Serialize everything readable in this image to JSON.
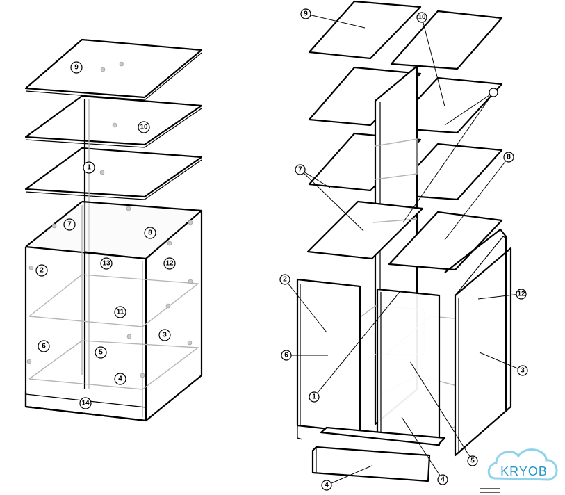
{
  "left_assembly": {
    "callouts": [
      "9",
      "10",
      "1",
      "7",
      "8",
      "2",
      "13",
      "12",
      "11",
      "6",
      "3",
      "5",
      "4",
      "14"
    ]
  },
  "right_assembly": {
    "callouts": [
      "9",
      "10",
      "7",
      "8",
      "2",
      "12",
      "6",
      "3",
      "5",
      "1",
      "4",
      "4"
    ]
  },
  "watermark": {
    "text": "KRYOB",
    "color": "#2a98c9",
    "ring_color": "#8fd3ea"
  }
}
